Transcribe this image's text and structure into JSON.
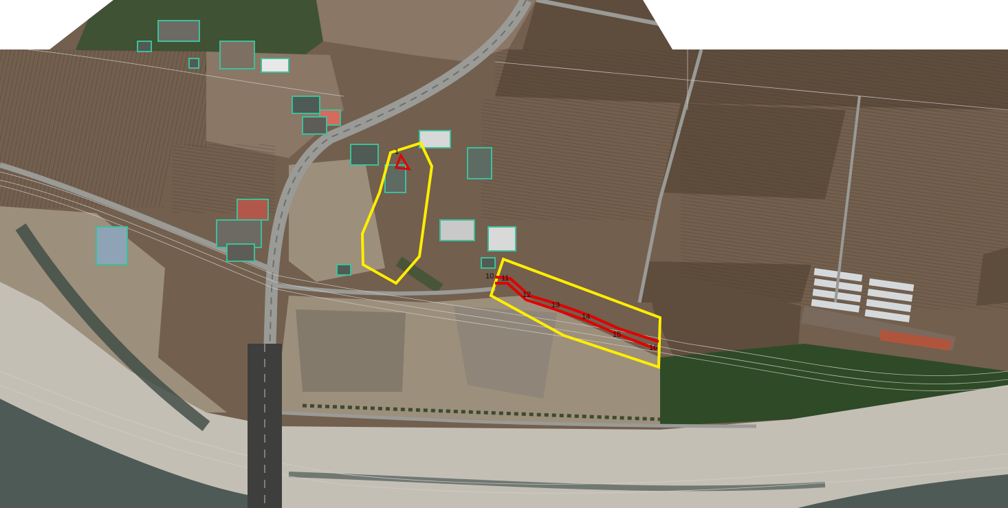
{
  "map": {
    "colors": {
      "background": "#ffffff",
      "field_dark": "#5e4c3c",
      "field_light": "#8a7766",
      "field_mid": "#725f4e",
      "bare_ground": "#9c8f7c",
      "riverbed": "#c4bfb5",
      "river_water": "#4d5a55",
      "forest": "#2f4a26",
      "trees": "#3f5234",
      "road": "#9a9a96",
      "road_lines": "#d8d8d8",
      "building_outline": "#3fbf9a",
      "highlight_yellow": "#ffee00",
      "highlight_red": "#e10000",
      "label_text": "#111111"
    },
    "markers": [
      {
        "id": "m1",
        "label": "1"
      },
      {
        "id": "m10",
        "label": "10"
      },
      {
        "id": "m11",
        "label": "11"
      },
      {
        "id": "m12",
        "label": "12"
      },
      {
        "id": "m13",
        "label": "13"
      },
      {
        "id": "m14",
        "label": "14"
      },
      {
        "id": "m15",
        "label": "15"
      },
      {
        "id": "m16",
        "label": "16"
      }
    ]
  }
}
